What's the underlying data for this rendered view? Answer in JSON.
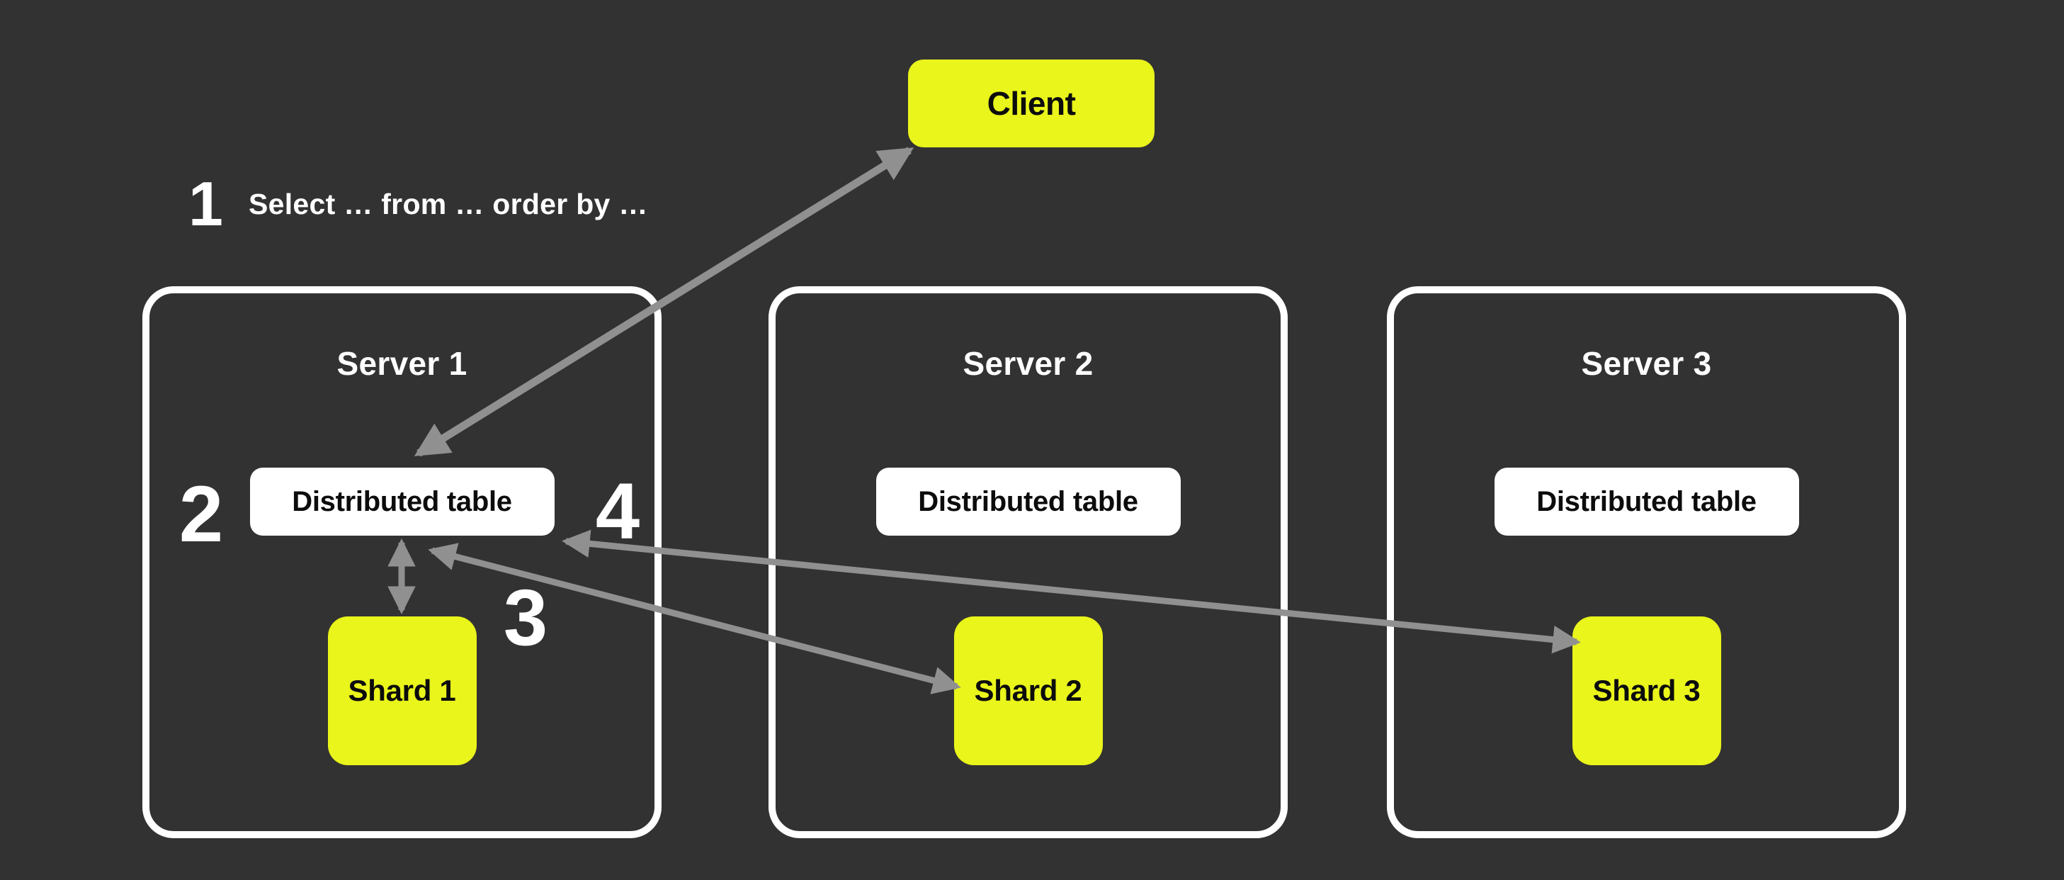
{
  "client": {
    "label": "Client"
  },
  "steps": {
    "step1": {
      "number": "1",
      "text": "Select … from … order by …"
    },
    "step2": {
      "number": "2"
    },
    "step3": {
      "number": "3"
    },
    "step4": {
      "number": "4"
    }
  },
  "servers": [
    {
      "title": "Server 1",
      "distributed_table": "Distributed table",
      "shard": "Shard 1"
    },
    {
      "title": "Server 2",
      "distributed_table": "Distributed table",
      "shard": "Shard 2"
    },
    {
      "title": "Server 3",
      "distributed_table": "Distributed table",
      "shard": "Shard 3"
    }
  ],
  "edges": [
    {
      "id": "client-distributed-table-1",
      "from": "client",
      "to": "server1.distributed_table",
      "arrowheads": "both"
    },
    {
      "id": "distributed-table-1-shard-1",
      "from": "server1.distributed_table",
      "to": "server1.shard",
      "arrowheads": "both"
    },
    {
      "id": "distributed-table-1-shard-2",
      "from": "server1.distributed_table",
      "to": "server2.shard",
      "arrowheads": "both"
    },
    {
      "id": "distributed-table-1-shard-3",
      "from": "server1.distributed_table",
      "to": "server3.shard",
      "arrowheads": "both"
    }
  ],
  "colors": {
    "background": "#333232",
    "accent_yellow": "#E9F51B",
    "node_white": "#FFFFFF",
    "server_border": "#FFFFFF",
    "arrow_gray": "#909090",
    "text_dark": "#0C0C0C",
    "text_light": "#FFFFFF"
  }
}
